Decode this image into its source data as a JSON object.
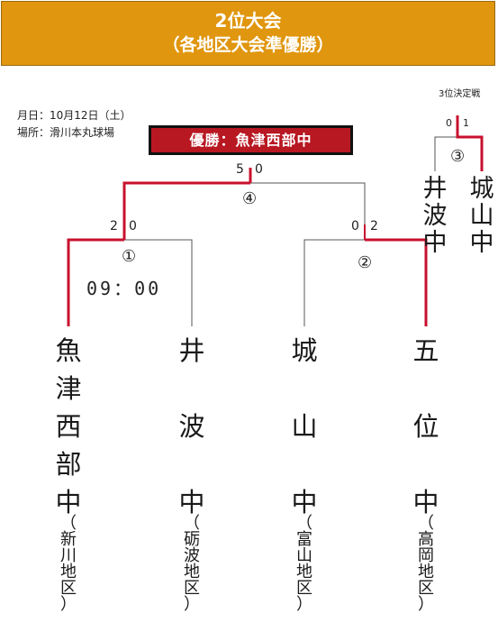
{
  "header": {
    "title": "2位大会",
    "subtitle": "（各地区大会準優勝）"
  },
  "info": {
    "date": "月日：10月12日（土）",
    "venue": "場所：滑川本丸球場"
  },
  "winner_banner": "優勝：魚津西部中",
  "third_place": {
    "title": "3位決定戦",
    "score_left": "0",
    "score_right": "1",
    "game_mark": "③",
    "team_left": [
      "井",
      "波",
      "中"
    ],
    "team_right": [
      "城",
      "山",
      "中"
    ]
  },
  "final": {
    "score_left": "5",
    "score_right": "0",
    "game_mark": "④"
  },
  "semi1": {
    "score_left": "2",
    "score_right": "0",
    "game_mark": "①",
    "time": "09：00"
  },
  "semi2": {
    "score_left": "0",
    "score_right": "2",
    "game_mark": "②"
  },
  "teams": [
    {
      "name": [
        "魚",
        "津",
        "西",
        "部",
        "中"
      ],
      "region": [
        "（",
        "新",
        "川",
        "地",
        "区",
        "）"
      ]
    },
    {
      "name": [
        "井",
        "",
        "波",
        "",
        "中"
      ],
      "region": [
        "（",
        "砺",
        "波",
        "地",
        "区",
        "）"
      ]
    },
    {
      "name": [
        "城",
        "",
        "山",
        "",
        "中"
      ],
      "region": [
        "（",
        "富",
        "山",
        "地",
        "区",
        "）"
      ]
    },
    {
      "name": [
        "五",
        "",
        "位",
        "",
        "中"
      ],
      "region": [
        "（",
        "高",
        "岡",
        "地",
        "区",
        "）"
      ]
    }
  ],
  "colors": {
    "header_bg": "#e0960e",
    "winner_line": "#c8102e",
    "banner_bg": "#b81822"
  }
}
